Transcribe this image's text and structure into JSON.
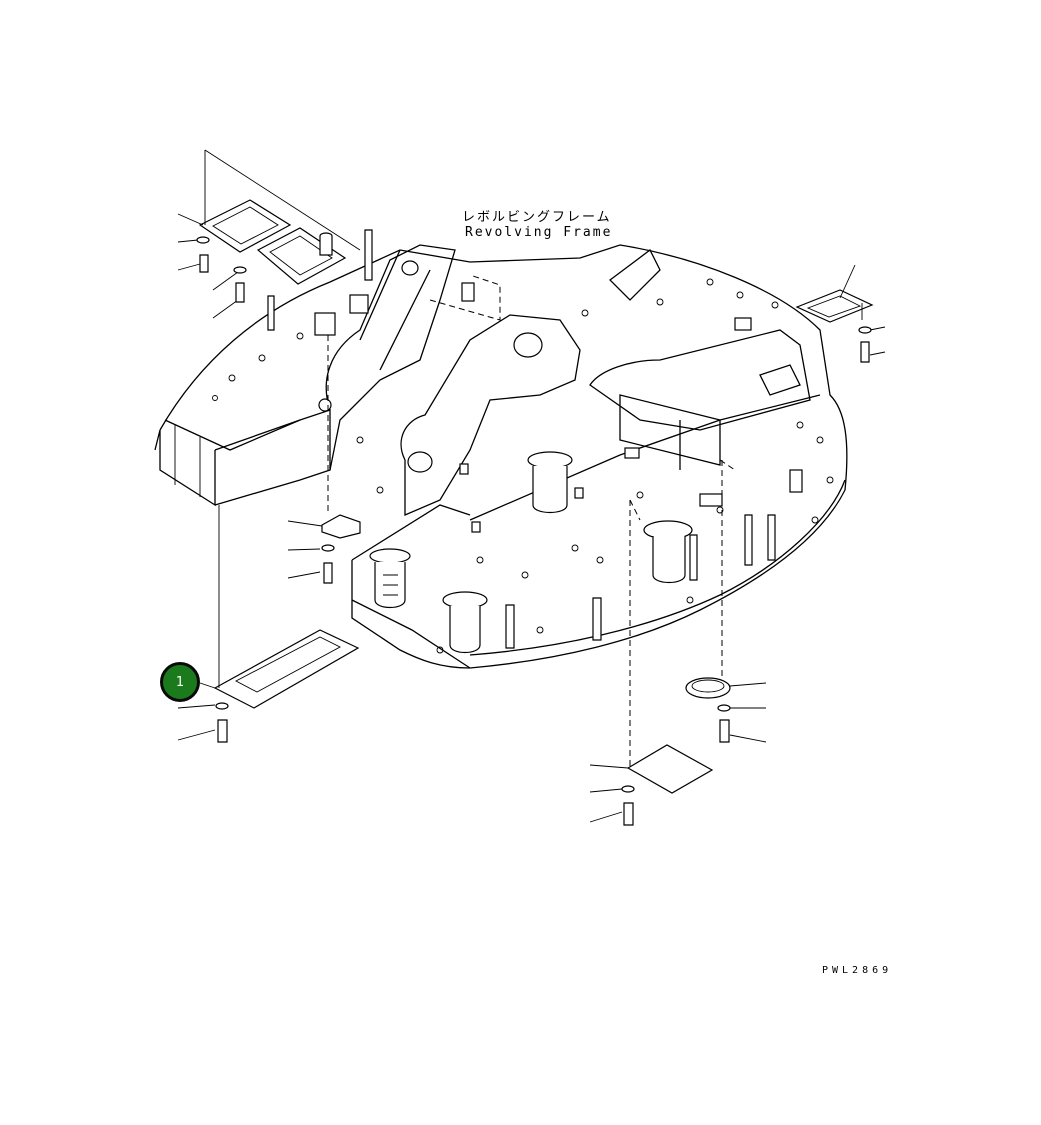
{
  "diagram": {
    "title_jp": "レボルビングフレーム",
    "title_en": "Revolving Frame",
    "drawing_code": "PWL2869",
    "callout": {
      "number": "1",
      "color": "#1b7a1b"
    }
  }
}
